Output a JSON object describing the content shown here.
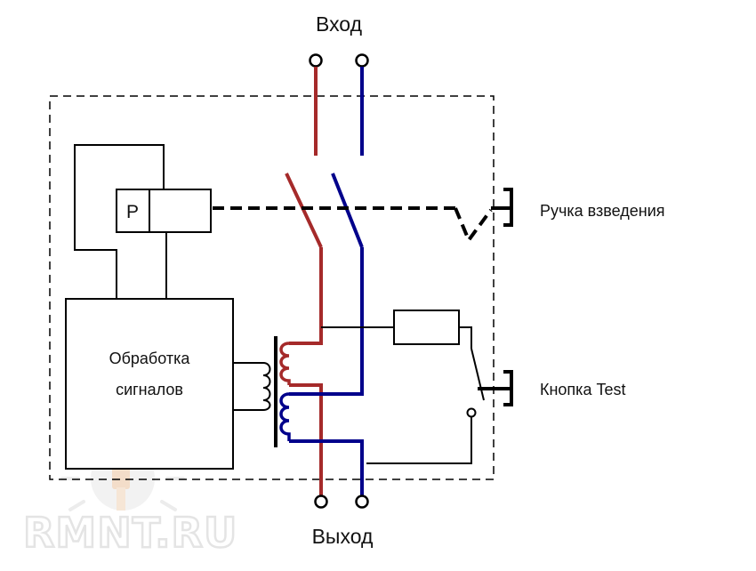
{
  "labels": {
    "input": "Вход",
    "output": "Выход",
    "cocking_handle": "Ручка взведения",
    "test_button": "Кнопка Test",
    "relay": "P",
    "processing_line1": "Обработка",
    "processing_line2": "сигналов"
  },
  "watermark": "RMNT.RU",
  "colors": {
    "phase": "#a52a2a",
    "neutral": "#00008b",
    "line": "#000000",
    "watermark": "#e4e4e4"
  }
}
